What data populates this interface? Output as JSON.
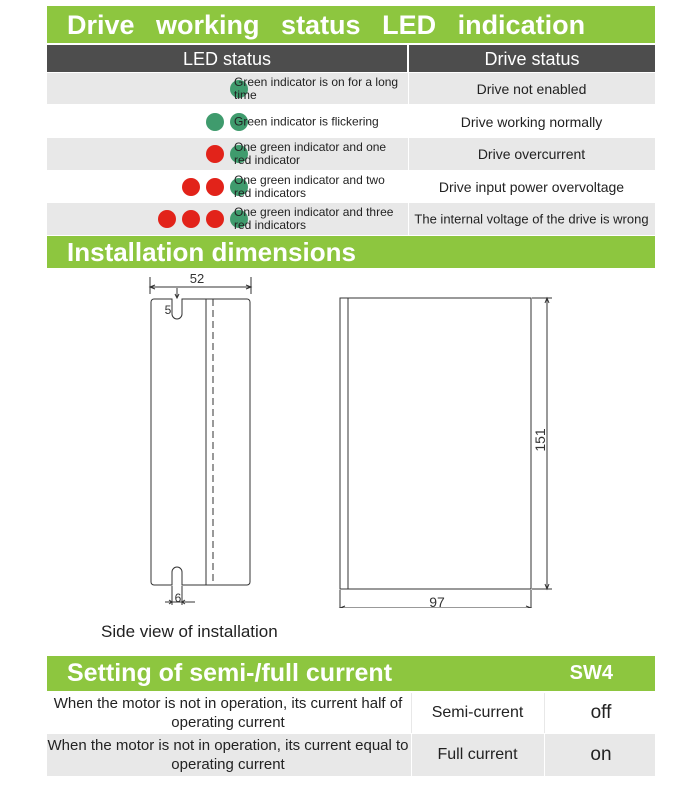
{
  "led_section": {
    "title": "Drive working status LED indication",
    "col_led": "LED status",
    "col_drive": "Drive status",
    "rows": [
      {
        "leds": [
          "green"
        ],
        "led_text": "Green indicator is on for a long time",
        "drive_text": "Drive not enabled"
      },
      {
        "leds": [
          "green",
          "green"
        ],
        "led_text": "Green indicator is flickering",
        "drive_text": "Drive working normally"
      },
      {
        "leds": [
          "red",
          "green"
        ],
        "led_text": "One green indicator and one red indicator",
        "drive_text": "Drive overcurrent"
      },
      {
        "leds": [
          "red",
          "red",
          "green"
        ],
        "led_text": "One green indicator and two red indicators",
        "drive_text": "Drive input power overvoltage"
      },
      {
        "leds": [
          "red",
          "red",
          "red",
          "green"
        ],
        "led_text": "One green indicator and three red indicators",
        "drive_text": "The internal voltage of the drive is wrong"
      }
    ]
  },
  "install_section": {
    "title": "Installation dimensions",
    "dims": {
      "width": "52",
      "hole_top": "5",
      "hole_bottom": "6",
      "height": "151",
      "depth": "97"
    },
    "caption": "Side view of installation"
  },
  "current_section": {
    "title": "Setting of semi-/full current",
    "switch_label": "SW4",
    "rows": [
      {
        "description": "When the motor is not in operation, its current half of operating current",
        "mode": "Semi-current",
        "value": "off"
      },
      {
        "description": "When the motor is not in operation, its current equal to operating current",
        "mode": "Full current",
        "value": "on"
      }
    ]
  },
  "colors": {
    "accent_green": "#8dc63f",
    "header_gray": "#4d4d4d",
    "led_green": "#3f9b6d",
    "led_red": "#e2231a"
  }
}
